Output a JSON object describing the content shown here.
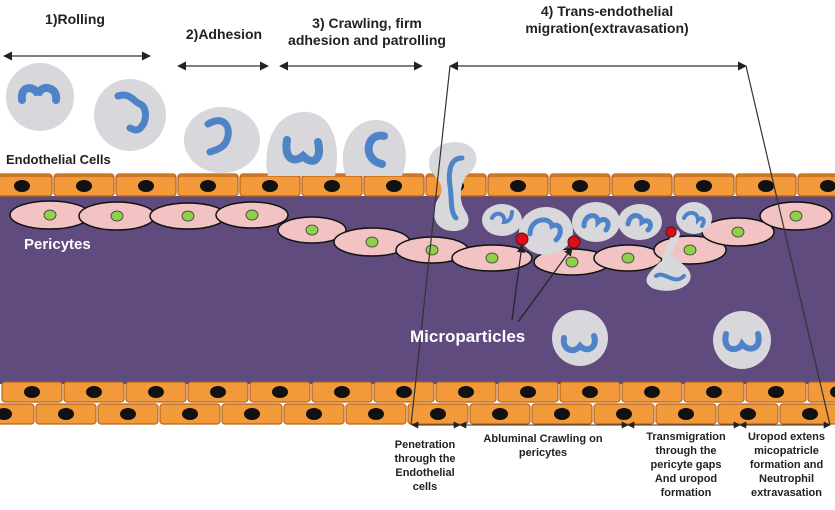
{
  "stages": {
    "rolling": "1)Rolling",
    "adhesion": "2)Adhesion",
    "crawling": [
      "3) Crawling, firm",
      "adhesion and patrolling"
    ],
    "transendothelial": [
      "4) Trans-endothelial",
      "migration(extravasation)"
    ]
  },
  "labels": {
    "endothelial_cells": "Endothelial Cells",
    "pericytes": "Pericytes",
    "microparticles": "Microparticles"
  },
  "sub_steps": {
    "penetration": [
      "Penetration",
      "through the",
      "Endothelial",
      "cells"
    ],
    "abluminal": [
      "Abluminal Crawling on",
      "pericytes"
    ],
    "transmigration": [
      "Transmigration",
      "through the",
      "pericyte gaps",
      "And uropod",
      "formation"
    ],
    "uropod": [
      "Uropod extens",
      "micopatricle",
      "formation and",
      "Neutrophil",
      "extravasation"
    ]
  },
  "colors": {
    "lumen": "#5f4b7d",
    "endothelial": "#f29a3a",
    "endothelial_border": "#b8651a",
    "pericyte": "#f3c2c2",
    "nucleus_green": "#8ed14a",
    "leukocyte": "#d7d7dc",
    "leukocyte_nucleus": "#4f83c7",
    "microparticle": "#d8101a"
  }
}
